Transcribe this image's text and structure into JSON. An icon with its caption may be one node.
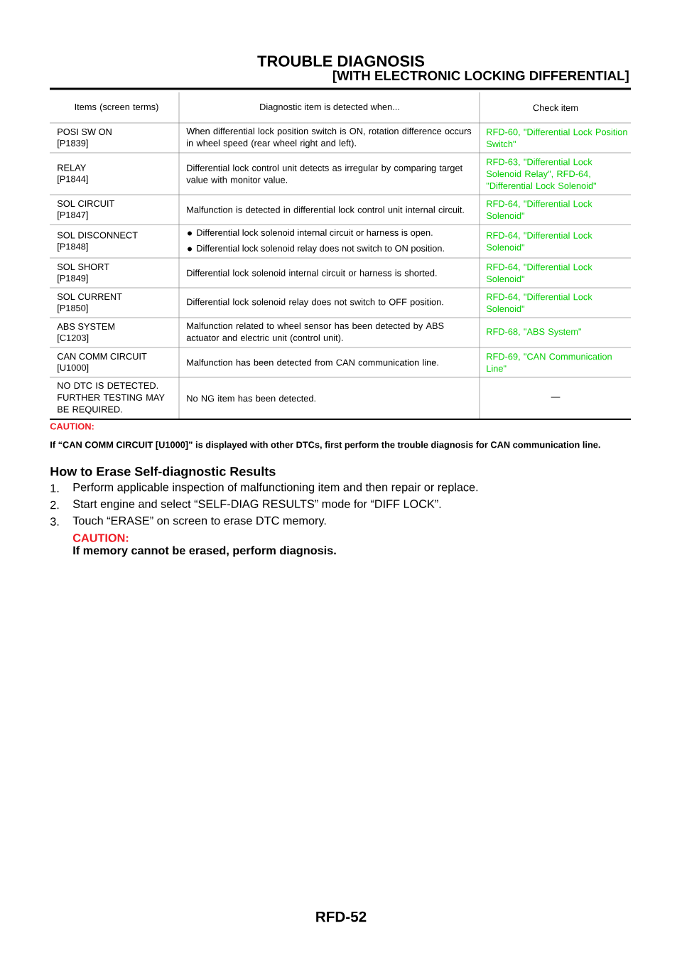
{
  "diagram": {
    "labels": [
      "TROUBLE DIAGNOSIS",
      "[WITH ELECTRONIC LOCKING DIFFERENTIAL]",
      "Items (screen terms)",
      "Diagnostic item is detected when...",
      "Check item",
      "POSI SW ON",
      "[P1839]",
      "When differential lock position switch is ON, rotation difference occurs in wheel speed (rear wheel right and left).",
      "RFD-60, \"Differential Lock Position Switch\"",
      "RELAY",
      "[P1844]",
      "Differential lock control unit detects as irregular by comparing target value with monitor value.",
      "RFD-63, \"Differential Lock Solenoid Relay\", RFD-64, \"Differential Lock Solenoid\"",
      "SOL CIRCUIT",
      "[P1847]",
      "Malfunction is detected in differential lock control unit internal circuit.",
      "RFD-64, \"Differential Lock Solenoid\"",
      "SOL DISCONNECT",
      "[P1848]",
      "Differential lock solenoid internal circuit or harness is open.",
      "Differential lock solenoid relay does not switch to ON position.",
      "RFD-64, \"Differential Lock Solenoid\"",
      "SOL SHORT",
      "[P1849]",
      "Differential lock solenoid internal circuit or harness is shorted.",
      "RFD-64, \"Differential Lock Solenoid\"",
      "SOL CURRENT",
      "[P1850]",
      "Differential lock solenoid relay does not switch to OFF position.",
      "RFD-64, \"Differential Lock Solenoid\"",
      "ABS SYSTEM",
      "[C1203]",
      "Malfunction related to wheel sensor has been detected by ABS actuator and electric unit (control unit).",
      "RFD-68, \"ABS System\"",
      "CAN COMM CIRCUIT",
      "[U1000]",
      "Malfunction has been detected from CAN communication line.",
      "RFD-69, \"CAN Communication Line\"",
      "NO DTC IS DETECTED. FURTHER TESTING MAY BE REQUIRED.",
      "No NG item has been detected.",
      "—",
      "CAUTION:",
      "If “CAN COMM CIRCUIT [U1000]” is displayed with other DTCs, first perform the trouble diagnosis for CAN communication line.",
      "How to Erase Self-diagnostic Results",
      "1.",
      "Perform applicable inspection of malfunctioning item and then repair or replace.",
      "2.",
      "Start engine and select “SELF-DIAG RESULTS” mode for “DIFF LOCK”.",
      "3.",
      "Touch “ERASE” on screen to erase DTC memory.",
      "CAUTION:",
      "If memory cannot be erased, perform diagnosis.",
      "RFD-52"
    ]
  }
}
